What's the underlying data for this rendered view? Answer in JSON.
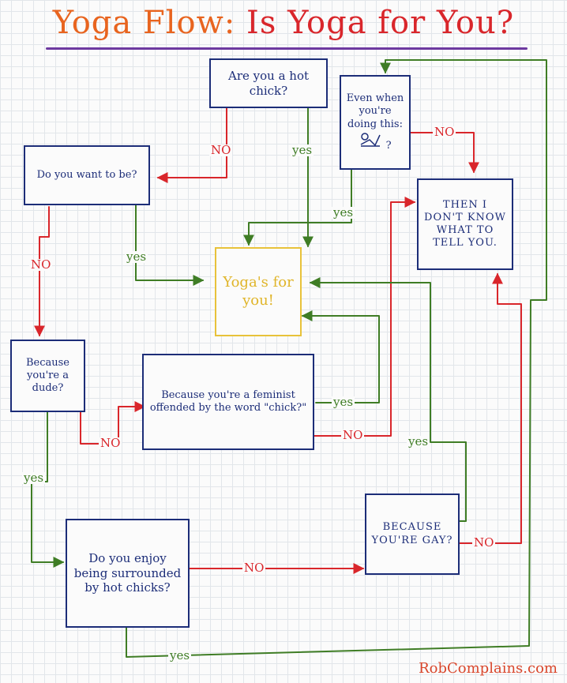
{
  "title": {
    "part1": "Yoga Flow:",
    "part2": "Is Yoga for You?"
  },
  "nodes": {
    "hot_chick": "Are you a hot chick?",
    "want_to_be": "Do you want to be?",
    "even_when": "Even when you're doing this:",
    "even_when_q": "?",
    "dont_know": "Then I don't know what to tell you.",
    "yoga": "Yoga's for you!",
    "dude": "Because you're a dude?",
    "feminist": "Because you're a feminist offended by the word \"chick?\"",
    "enjoy": "Do you enjoy being surrounded by hot chicks?",
    "gay": "Because you're gay?"
  },
  "labels": {
    "no": "NO",
    "yes": "yes"
  },
  "icons": {
    "yoga_pose": "yoga-pose-icon"
  },
  "credit": "RobComplains.com",
  "colors": {
    "no": "#d9262b",
    "yes": "#3f7d25",
    "box": "#1c2d78",
    "yoga": "#e8c23a",
    "title": "#e8641f",
    "rule": "#6d3aa0"
  }
}
